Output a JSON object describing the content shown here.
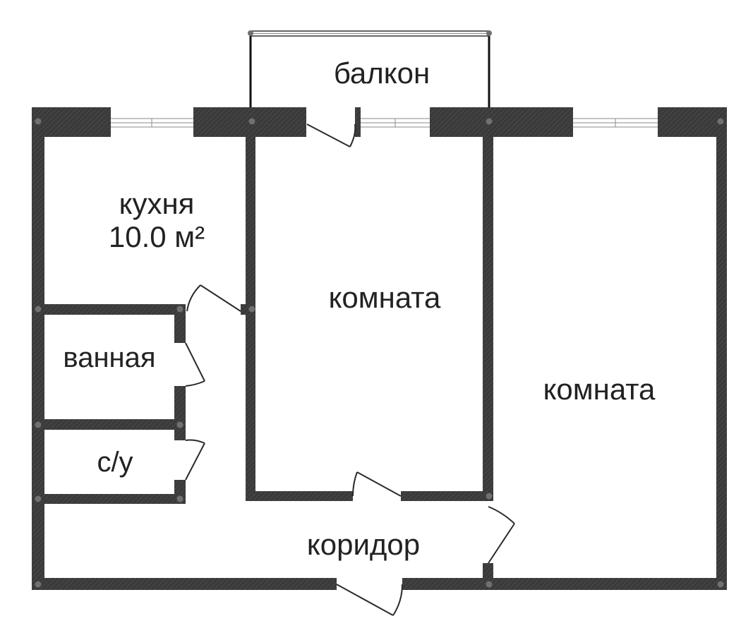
{
  "colors": {
    "wall": "#3a3a3a",
    "wall_hatch": "#555555",
    "joint": "#707070",
    "window_line": "#888888",
    "door_line": "#2a2a2a",
    "balcony_rail": "#111111",
    "text": "#222222"
  },
  "rooms": {
    "balcony": {
      "label": "балкон"
    },
    "kitchen": {
      "label": "кухня",
      "area": "10.0 м²"
    },
    "room_middle": {
      "label": "комната"
    },
    "room_right": {
      "label": "комната"
    },
    "bathroom": {
      "label": "ванная"
    },
    "toilet": {
      "label": "с/у"
    },
    "corridor": {
      "label": "коридор"
    }
  }
}
